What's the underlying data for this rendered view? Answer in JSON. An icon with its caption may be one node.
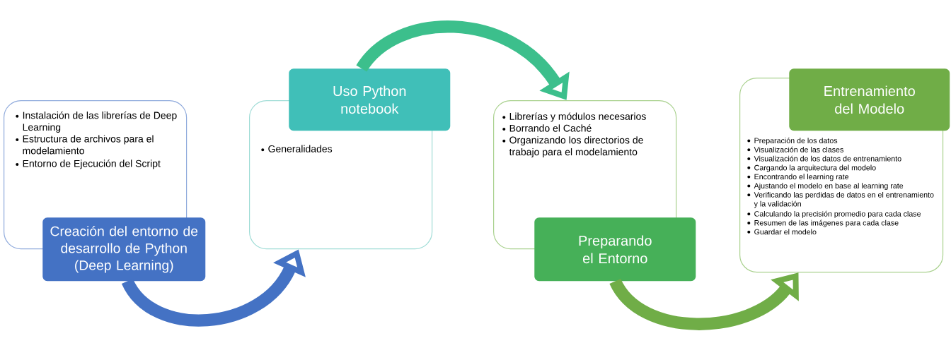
{
  "diagram": {
    "nodes": [
      {
        "text": [
          "Instalación de las librerías de Deep Learning",
          "Estructura de archivos para el modelamiento",
          "Entorno de Ejecución del Script"
        ]
      },
      {
        "text": [
          "Creación del entorno de desarrollo de Python (Deep Learning)"
        ]
      },
      {
        "text": [
          "Generalidades"
        ]
      },
      {
        "text": [
          "Uso Python notebook"
        ]
      },
      {
        "text": [
          "Librerías y módulos necesarios",
          "Borrando el Caché",
          "Organizando los directorios de trabajo para el modelamiento"
        ]
      },
      {
        "text": [
          "Preparando el Entorno"
        ]
      },
      {
        "text": [
          "Preparación de los datos",
          "Visualización de las clases",
          "Visualización de los datos de entrenamiento",
          "Cargando la arquitectura del modelo",
          "Encontrando el learning rate",
          "Ajustando el modelo en base al learning rate",
          "Verificando las perdidas de datos en el entrenamiento y la validación",
          "Calculando la precisión promedio para cada clase",
          "Resumen de las imágenes para cada clase",
          "Guardar el modelo"
        ]
      },
      {
        "text": [
          "Entrenamiento del Modelo"
        ]
      }
    ],
    "edges": [
      {
        "from": 1,
        "to": 2,
        "arrow": "to",
        "color": "#4472c4"
      },
      {
        "from": 3,
        "to": 4,
        "arrow": "to",
        "color": "#3cbf8c"
      },
      {
        "from": 5,
        "to": 6,
        "arrow": "to",
        "color": "#70ad47"
      }
    ]
  }
}
